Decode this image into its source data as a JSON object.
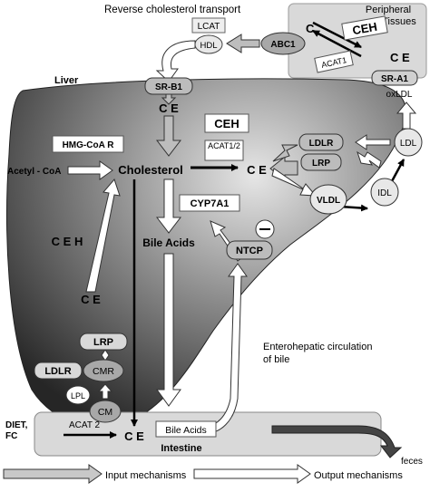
{
  "titles": {
    "reverse_transport": "Reverse cholesterol transport",
    "peripheral_tissues": [
      "Peripheral",
      "Tissues"
    ],
    "liver": "Liver",
    "enterohepatic": [
      "Enterohepatic circulation",
      "of bile"
    ],
    "intestine": "Intestine"
  },
  "labels": {
    "lcat": "LCAT",
    "hdl": "HDL",
    "abc1": "ABC1",
    "peripheral_c": "C",
    "peripheral_ceh": "CEH",
    "peripheral_ce": "C E",
    "peripheral_acat": "ACAT1",
    "sra1": "SR-A1",
    "oxldl": "oxLDL",
    "srb1": "SR-B1",
    "ce_top": "C E",
    "ceh_liver": "CEH",
    "hmg": "HMG-CoA R",
    "acetyl": "Acetyl - CoA",
    "cholesterol": "Cholesterol",
    "acat12": [
      "ACAT1/2",
      ""
    ],
    "ce_right": "C E",
    "ldlr": "LDLR",
    "lrp": "LRP",
    "ldl": "LDL",
    "vldl": "VLDL",
    "idl": "IDL",
    "cyp": "CYP7A1",
    "bile_acids": "Bile Acids",
    "ntcp": "NTCP",
    "ceh_left": "C E H",
    "ce_left": "C E",
    "lrp_bottom": "LRP",
    "ldlr_bottom": "LDLR",
    "cmr": "CMR",
    "lpl": "LPL",
    "cm": "CM",
    "diet": [
      "DIET,",
      "FC"
    ],
    "acat2": "ACAT 2",
    "ce_bottom": "C E",
    "bile_acids_int": "Bile Acids",
    "feces": "feces"
  },
  "legend": {
    "input": "Input mechanisms",
    "output": "Output mechanisms"
  },
  "colors": {
    "liver_dark": "#2b2b2b",
    "liver_light": "#d6d6d6",
    "peripheral_bg": "#d9d9d9",
    "intestine_bg": "#d9d9d9",
    "node_fill": "#bcbcbc"
  }
}
